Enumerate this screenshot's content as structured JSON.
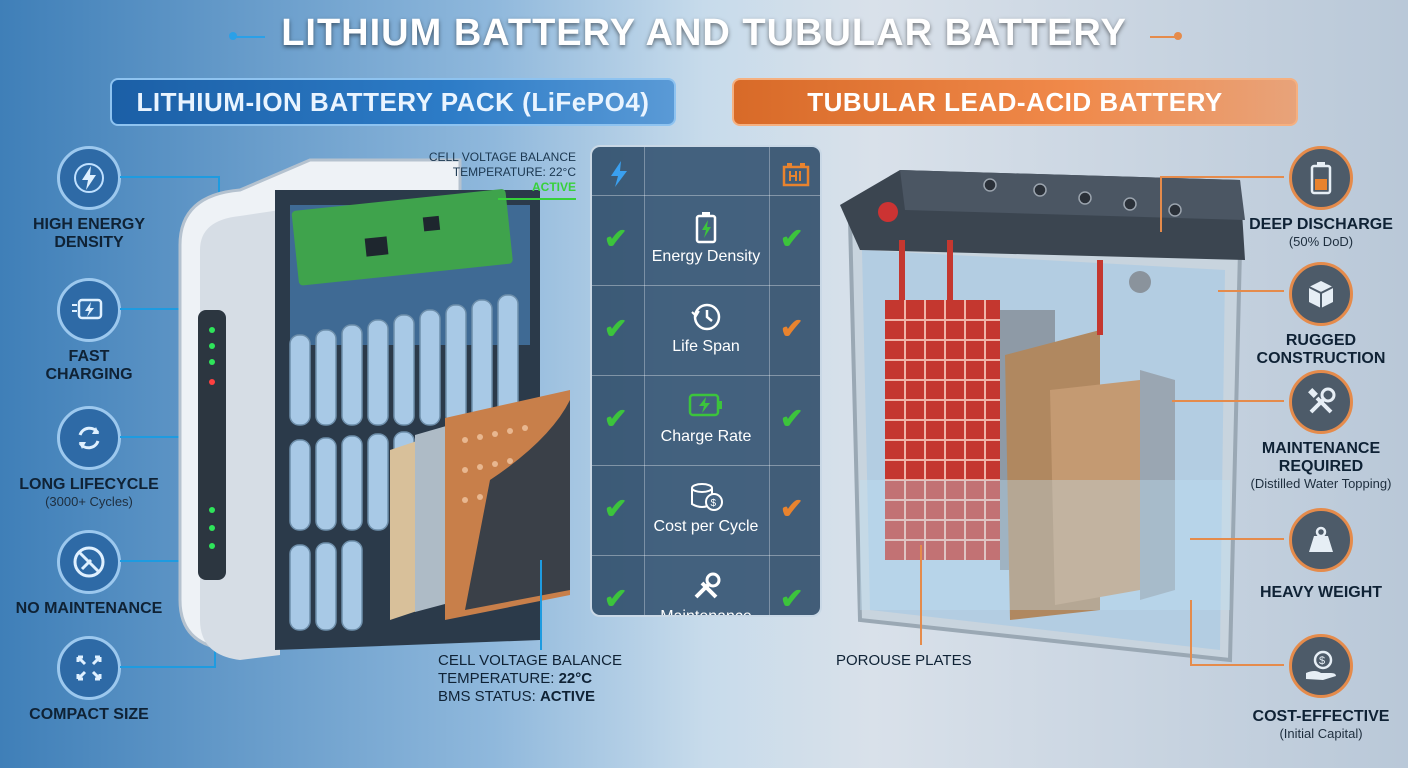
{
  "title": "LITHIUM BATTERY AND TUBULAR BATTERY",
  "left_banner": "LITHIUM-ION BATTERY PACK (LiFePO4)",
  "right_banner": "TUBULAR LEAD-ACID BATTERY",
  "left_features": [
    {
      "icon": "lightning-icon",
      "label": "HIGH ENERGY\nDENSITY",
      "sub": ""
    },
    {
      "icon": "fast-charge-icon",
      "label": "FAST\nCHARGING",
      "sub": ""
    },
    {
      "icon": "cycle-icon",
      "label": "LONG LIFECYCLE",
      "sub": "(3000+ Cycles)"
    },
    {
      "icon": "no-tools-icon",
      "label": "NO MAINTENANCE",
      "sub": ""
    },
    {
      "icon": "compact-icon",
      "label": "COMPACT SIZE",
      "sub": ""
    }
  ],
  "right_features": [
    {
      "icon": "battery-level-icon",
      "label": "DEEP DISCHARGE",
      "sub": "(50% DoD)"
    },
    {
      "icon": "box-icon",
      "label": "RUGGED\nCONSTRUCTION",
      "sub": ""
    },
    {
      "icon": "wrench-icon",
      "label": "MAINTENANCE\nREQUIRED",
      "sub": "(Distilled Water Topping)"
    },
    {
      "icon": "weight-icon",
      "label": "HEAVY WEIGHT",
      "sub": ""
    },
    {
      "icon": "money-hand-icon",
      "label": "COST-EFFECTIVE",
      "sub": "(Initial Capital)"
    }
  ],
  "comparison": {
    "rows": [
      {
        "icon": "battery-charge-icon",
        "label": "Energy Density",
        "left": "check",
        "right": "check"
      },
      {
        "icon": "clock-icon",
        "label": "Life Span",
        "left": "check",
        "right": "check-orange"
      },
      {
        "icon": "charge-rate-icon",
        "label": "Charge Rate",
        "left": "check",
        "right": "check"
      },
      {
        "icon": "coins-icon",
        "label": "Cost per Cycle",
        "left": "check",
        "right": "check-orange"
      },
      {
        "icon": "tools-icon",
        "label": "Maintenance",
        "left": "check",
        "right": "check"
      }
    ],
    "check_glyph": "✔",
    "colors": {
      "green": "#3cc43c",
      "orange": "#e8832e"
    }
  },
  "bms_top": {
    "line1": "CELL VOLTAGE BALANCE",
    "line2": "TEMPERATURE: 22°C",
    "line3": "ACTIVE"
  },
  "bms_bottom": {
    "line1": "CELL VOLTAGE BALANCE",
    "line2_label": "TEMPERATURE: ",
    "line2_value": "22°C",
    "line3_label": "BMS STATUS: ",
    "line3_value": "ACTIVE"
  },
  "porous_label": "POROUSE PLATES"
}
